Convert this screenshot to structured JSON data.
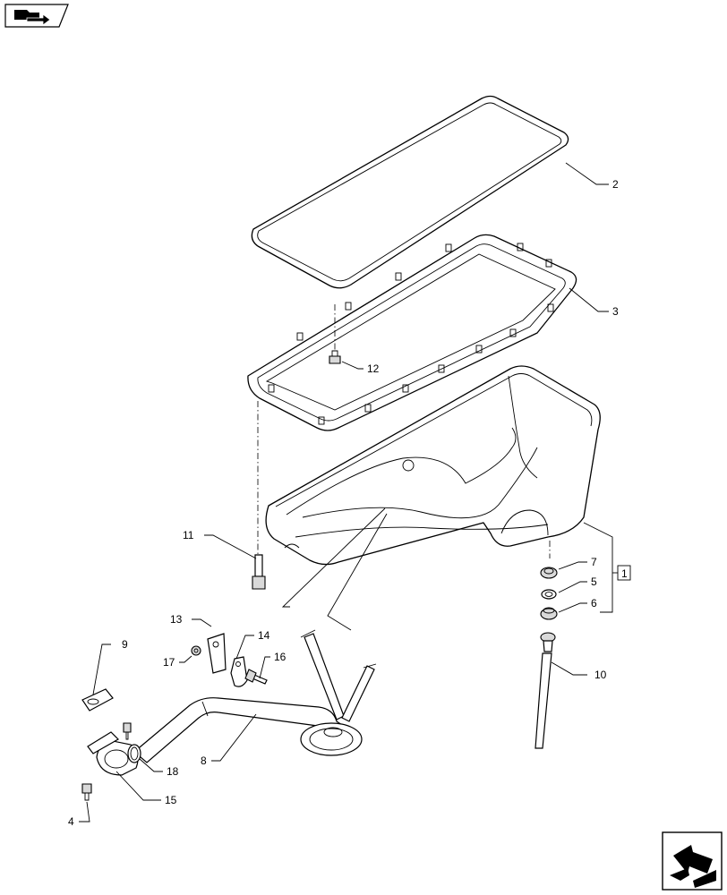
{
  "icons": {
    "top_left": "folder-arrow-icon",
    "bottom_right": "navigate-arrow-icon"
  },
  "callouts": {
    "c1": "1",
    "c2": "2",
    "c3": "3",
    "c4": "4",
    "c5": "5",
    "c6": "6",
    "c7": "7",
    "c8": "8",
    "c9": "9",
    "c10": "10",
    "c11": "11",
    "c12": "12",
    "c13": "13",
    "c14": "14",
    "c15": "15",
    "c16": "16",
    "c17": "17",
    "c18": "18"
  }
}
